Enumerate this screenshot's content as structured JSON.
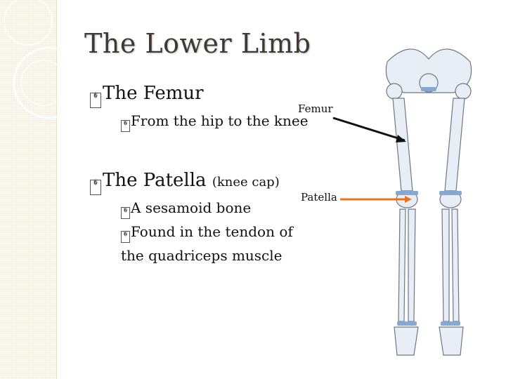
{
  "slide": {
    "title": "The Lower Limb",
    "bullet_glyph": "�",
    "items": [
      {
        "text": "The Femur"
      },
      {
        "text": "From the hip to the knee"
      },
      {
        "text": "The Patella",
        "suffix": "(knee cap)"
      },
      {
        "text": "A sesamoid bone"
      },
      {
        "text": "Found in the tendon of"
      },
      {
        "text": "the quadriceps muscle"
      }
    ]
  },
  "figure": {
    "callouts": {
      "femur": "Femur",
      "patella": "Patella"
    },
    "arrow_colors": {
      "femur": "#111111",
      "patella": "#e8731c"
    },
    "bone_color": "#e8eef6",
    "joint_color": "#86a9d4"
  }
}
